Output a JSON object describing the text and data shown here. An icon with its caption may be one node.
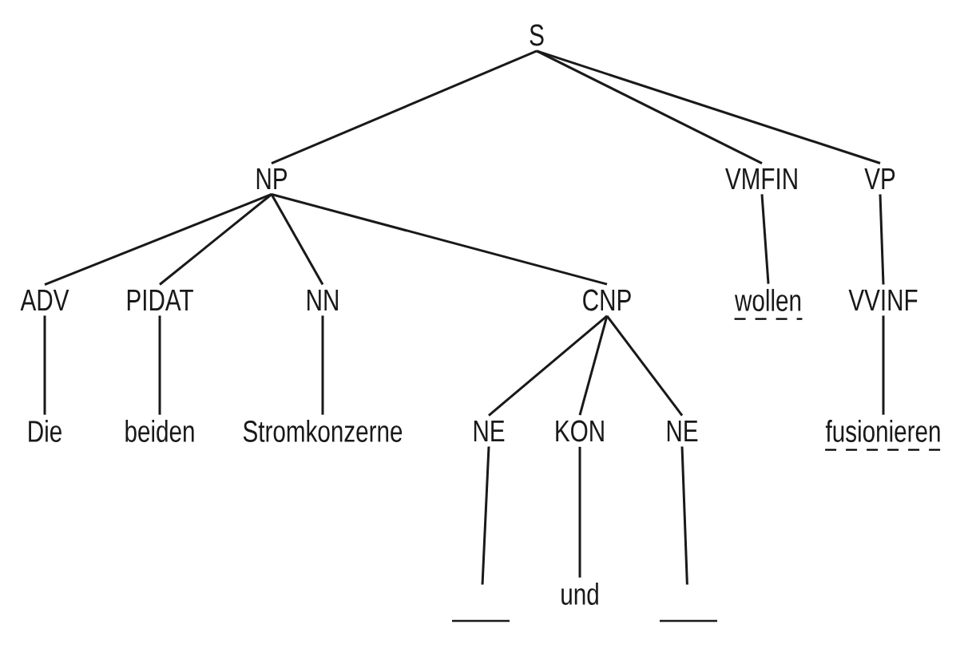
{
  "diagram": {
    "nodes": [
      {
        "text": [
          "S"
        ]
      },
      {
        "text": [
          "NP"
        ]
      },
      {
        "text": [
          "VMFIN"
        ]
      },
      {
        "text": [
          "VP"
        ]
      },
      {
        "text": [
          "ADV"
        ]
      },
      {
        "text": [
          "PIDAT"
        ]
      },
      {
        "text": [
          "NN"
        ]
      },
      {
        "text": [
          "CNP"
        ]
      },
      {
        "text": [
          "wollen"
        ]
      },
      {
        "text": [
          "VVINF"
        ]
      },
      {
        "text": [
          "Die"
        ]
      },
      {
        "text": [
          "beiden"
        ]
      },
      {
        "text": [
          "Stromkonzerne"
        ]
      },
      {
        "text": [
          "NE"
        ]
      },
      {
        "text": [
          "KON"
        ]
      },
      {
        "text": [
          "NE"
        ]
      },
      {
        "text": [
          "fusionieren"
        ]
      },
      {
        "text": [],
        "shape": "bar"
      },
      {
        "text": [
          "und"
        ]
      },
      {
        "text": [],
        "shape": "bar"
      }
    ],
    "edges": [
      {
        "from": 0,
        "to": 1,
        "arrow": "none"
      },
      {
        "from": 0,
        "to": 2,
        "arrow": "none"
      },
      {
        "from": 0,
        "to": 3,
        "arrow": "none"
      },
      {
        "from": 1,
        "to": 4,
        "arrow": "none"
      },
      {
        "from": 1,
        "to": 5,
        "arrow": "none"
      },
      {
        "from": 1,
        "to": 6,
        "arrow": "none"
      },
      {
        "from": 1,
        "to": 7,
        "arrow": "none"
      },
      {
        "from": 2,
        "to": 8,
        "arrow": "none"
      },
      {
        "from": 3,
        "to": 9,
        "arrow": "none"
      },
      {
        "from": 4,
        "to": 10,
        "arrow": "none"
      },
      {
        "from": 5,
        "to": 11,
        "arrow": "none"
      },
      {
        "from": 6,
        "to": 12,
        "arrow": "none"
      },
      {
        "from": 7,
        "to": 13,
        "arrow": "none"
      },
      {
        "from": 7,
        "to": 14,
        "arrow": "none"
      },
      {
        "from": 7,
        "to": 15,
        "arrow": "none"
      },
      {
        "from": 9,
        "to": 16,
        "arrow": "none"
      },
      {
        "from": 13,
        "to": 17,
        "arrow": "none"
      },
      {
        "from": 14,
        "to": 18,
        "arrow": "none"
      },
      {
        "from": 15,
        "to": 19,
        "arrow": "none"
      }
    ]
  }
}
